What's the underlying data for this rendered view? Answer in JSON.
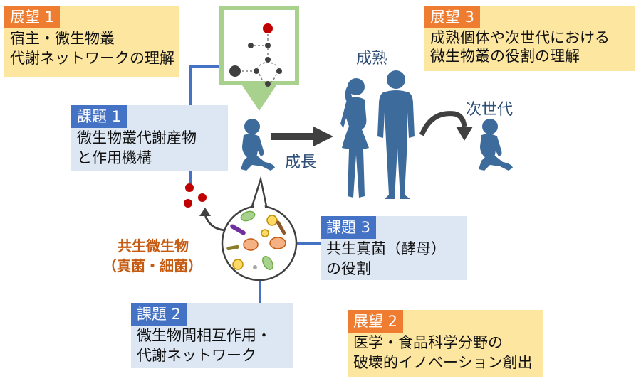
{
  "vision1": {
    "tag": "展望 1",
    "lines": [
      "宿主・微生物叢",
      "代謝ネットワークの理解"
    ]
  },
  "vision2": {
    "tag": "展望 2",
    "lines": [
      "医学・食品科学分野の",
      "破壊的イノベーション創出"
    ]
  },
  "vision3": {
    "tag": "展望 3",
    "lines": [
      "成熟個体や次世代における",
      "微生物叢の役割の理解"
    ]
  },
  "task1": {
    "tag": "課題 1",
    "lines": [
      "微生物叢代謝産物",
      "と作用機構"
    ]
  },
  "task2": {
    "tag": "課題 2",
    "lines": [
      "微生物間相互作用・",
      "代謝ネットワーク"
    ]
  },
  "task3": {
    "tag": "課題 3",
    "lines": [
      "共生真菌（酵母）",
      "の役割"
    ]
  },
  "labels": {
    "maturity": "成熟",
    "next_generation": "次世代",
    "growth": "成長",
    "symbionts_line1": "共生微生物",
    "symbionts_line2": "（真菌・細菌）"
  },
  "colors": {
    "vision_tag": "#ee7d31",
    "task_tag": "#4472c4",
    "figure": "#3d6b9c",
    "symbiont_label": "#c55a11",
    "green_frame": "#a9d18e",
    "metabolite_red": "#c00000"
  }
}
